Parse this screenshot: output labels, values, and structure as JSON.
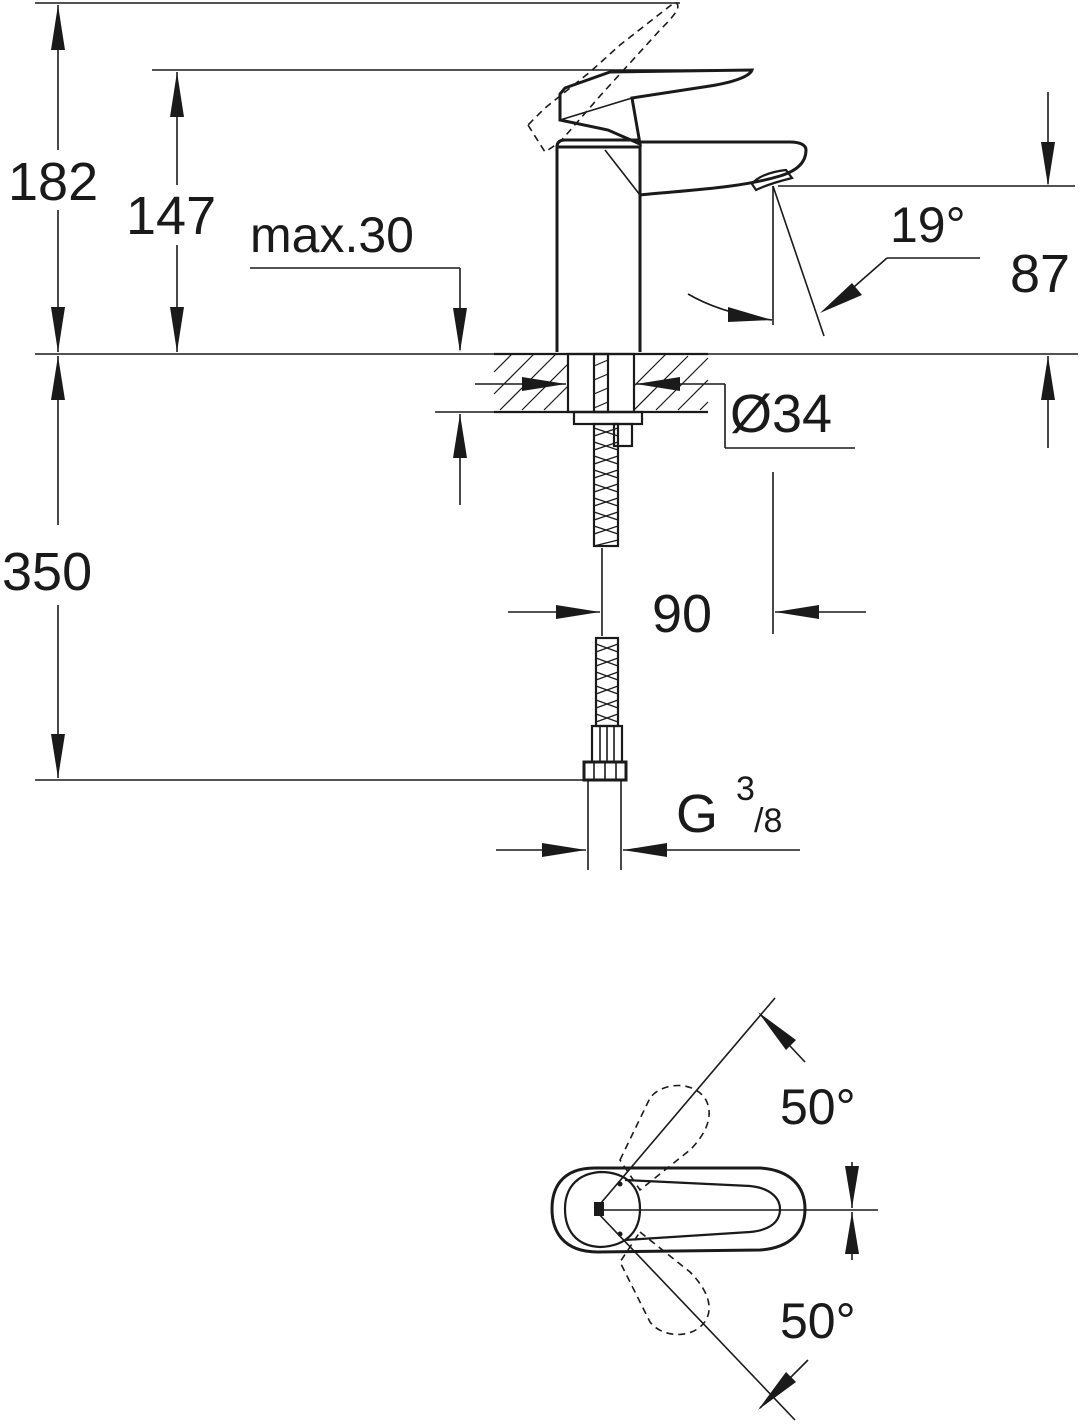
{
  "drawing": {
    "colors": {
      "line": "#1a1a1a",
      "background": "#ffffff"
    },
    "side_view": {
      "height_total": "182",
      "height_spout_top": "147",
      "deck_max": "max.30",
      "spout_angle": "19°",
      "outlet_height": "87",
      "hole_diameter": "Ø34",
      "below_deck": "350",
      "projection": "90",
      "thread_main": "G",
      "thread_num": "3",
      "thread_den": "/8"
    },
    "top_view": {
      "angle_left": "50°",
      "angle_right": "50°"
    }
  }
}
